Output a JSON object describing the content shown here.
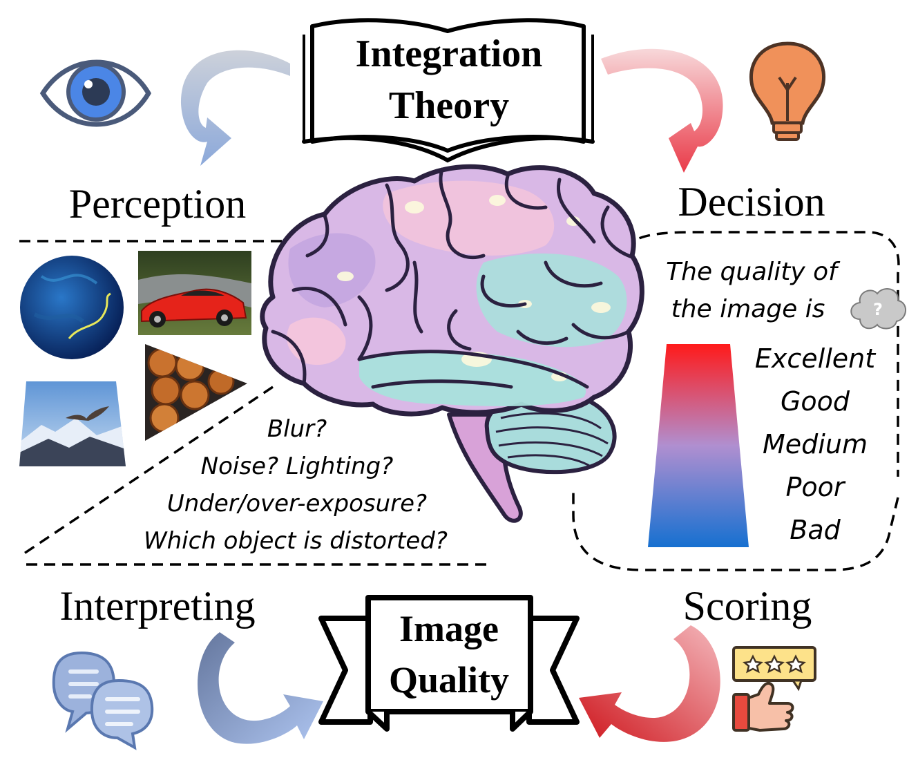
{
  "title": {
    "line1": "Integration",
    "line2": "Theory"
  },
  "stages": {
    "perception": "Perception",
    "decision": "Decision",
    "interpreting": "Interpreting",
    "scoring": "Scoring"
  },
  "center_banner": {
    "line1": "Image",
    "line2": "Quality"
  },
  "questions": [
    "Blur?",
    "Noise? Lighting?",
    "Under/over-exposure?",
    "Which object is distorted?"
  ],
  "decision_prompt": {
    "line1": "The quality of",
    "line2": "the image is",
    "unknown_badge": "?"
  },
  "quality_levels": [
    "Excellent",
    "Good",
    "Medium",
    "Poor",
    "Bad"
  ],
  "icons": {
    "perception": "eye-icon",
    "decision": "lightbulb-icon",
    "interpreting": "chat-bubbles-icon",
    "scoring": "thumbs-up-rating-icon",
    "center": "brain-illustration"
  },
  "colors": {
    "perception_arrow": "#6f8fc9",
    "decision_arrow": "#e8455a",
    "interpreting_arrow": "#4d6fb3",
    "scoring_arrow": "#d3161e",
    "scale_top": "#ff1a1a",
    "scale_mid": "#b08fd0",
    "scale_bottom": "#1670d0"
  }
}
